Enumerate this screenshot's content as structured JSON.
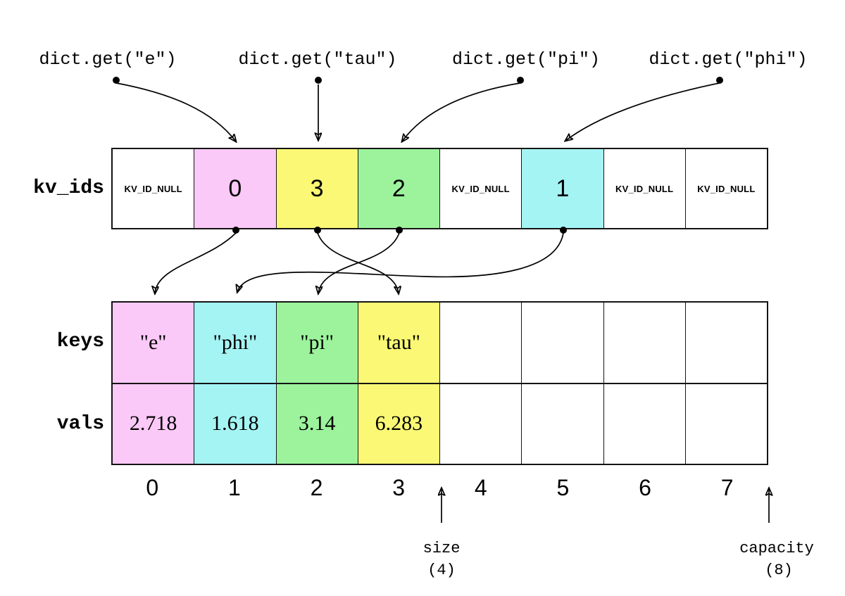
{
  "queries": [
    {
      "label": "dict.get(\"e\")"
    },
    {
      "label": "dict.get(\"tau\")"
    },
    {
      "label": "dict.get(\"pi\")"
    },
    {
      "label": "dict.get(\"phi\")"
    }
  ],
  "rows": {
    "kv_ids": {
      "label": "kv_ids",
      "cells": [
        {
          "text": "KV_ID_NULL",
          "bg": "#FFFFFF"
        },
        {
          "text": "0",
          "bg": "#FBC9F7"
        },
        {
          "text": "3",
          "bg": "#FAF874"
        },
        {
          "text": "2",
          "bg": "#9CF39C"
        },
        {
          "text": "KV_ID_NULL",
          "bg": "#FFFFFF"
        },
        {
          "text": "1",
          "bg": "#A5F4F4"
        },
        {
          "text": "KV_ID_NULL",
          "bg": "#FFFFFF"
        },
        {
          "text": "KV_ID_NULL",
          "bg": "#FFFFFF"
        }
      ]
    },
    "keys": {
      "label": "keys",
      "cells": [
        {
          "text": "\"e\"",
          "bg": "#FBC9F7"
        },
        {
          "text": "\"phi\"",
          "bg": "#A5F4F4"
        },
        {
          "text": "\"pi\"",
          "bg": "#9CF39C"
        },
        {
          "text": "\"tau\"",
          "bg": "#FAF874"
        },
        {
          "text": "",
          "bg": "#FFFFFF"
        },
        {
          "text": "",
          "bg": "#FFFFFF"
        },
        {
          "text": "",
          "bg": "#FFFFFF"
        },
        {
          "text": "",
          "bg": "#FFFFFF"
        }
      ]
    },
    "vals": {
      "label": "vals",
      "cells": [
        {
          "text": "2.718",
          "bg": "#FBC9F7"
        },
        {
          "text": "1.618",
          "bg": "#A5F4F4"
        },
        {
          "text": "3.14",
          "bg": "#9CF39C"
        },
        {
          "text": "6.283",
          "bg": "#FAF874"
        },
        {
          "text": "",
          "bg": "#FFFFFF"
        },
        {
          "text": "",
          "bg": "#FFFFFF"
        },
        {
          "text": "",
          "bg": "#FFFFFF"
        },
        {
          "text": "",
          "bg": "#FFFFFF"
        }
      ]
    }
  },
  "indices": [
    "0",
    "1",
    "2",
    "3",
    "4",
    "5",
    "6",
    "7"
  ],
  "annotations": {
    "size": {
      "label": "size",
      "value": "(4)"
    },
    "capacity": {
      "label": "capacity",
      "value": "(8)"
    }
  },
  "colors": {
    "pink": "#FBC9F7",
    "cyan": "#A5F4F4",
    "green": "#9CF39C",
    "yellow": "#FAF874",
    "line": "#000000",
    "background": "#FFFFFF"
  }
}
